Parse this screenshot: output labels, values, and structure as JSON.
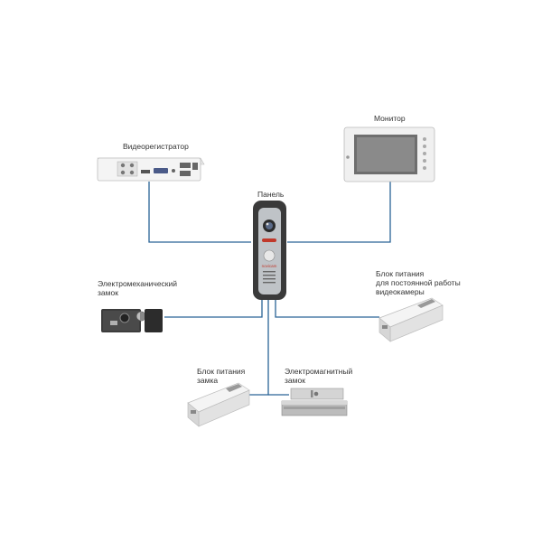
{
  "labels": {
    "dvr": "Видеорегистратор",
    "monitor": "Монитор",
    "panel": "Панель",
    "emech_lock_line1": "Электромеханический",
    "emech_lock_line2": "замок",
    "psu_camera_line1": "Блок питания",
    "psu_camera_line2": "для постоянной работы",
    "psu_camera_line3": "видеокамеры",
    "psu_lock_line1": "Блок питания",
    "psu_lock_line2": "замка",
    "emag_lock_line1": "Электромагнитный",
    "emag_lock_line2": "замок"
  },
  "panel_brand": "novicam",
  "colors": {
    "wire": "#2a6496",
    "device_white": "#f2f2f2",
    "device_dark": "#3a3a3a",
    "panel_accent": "#c0392b"
  }
}
